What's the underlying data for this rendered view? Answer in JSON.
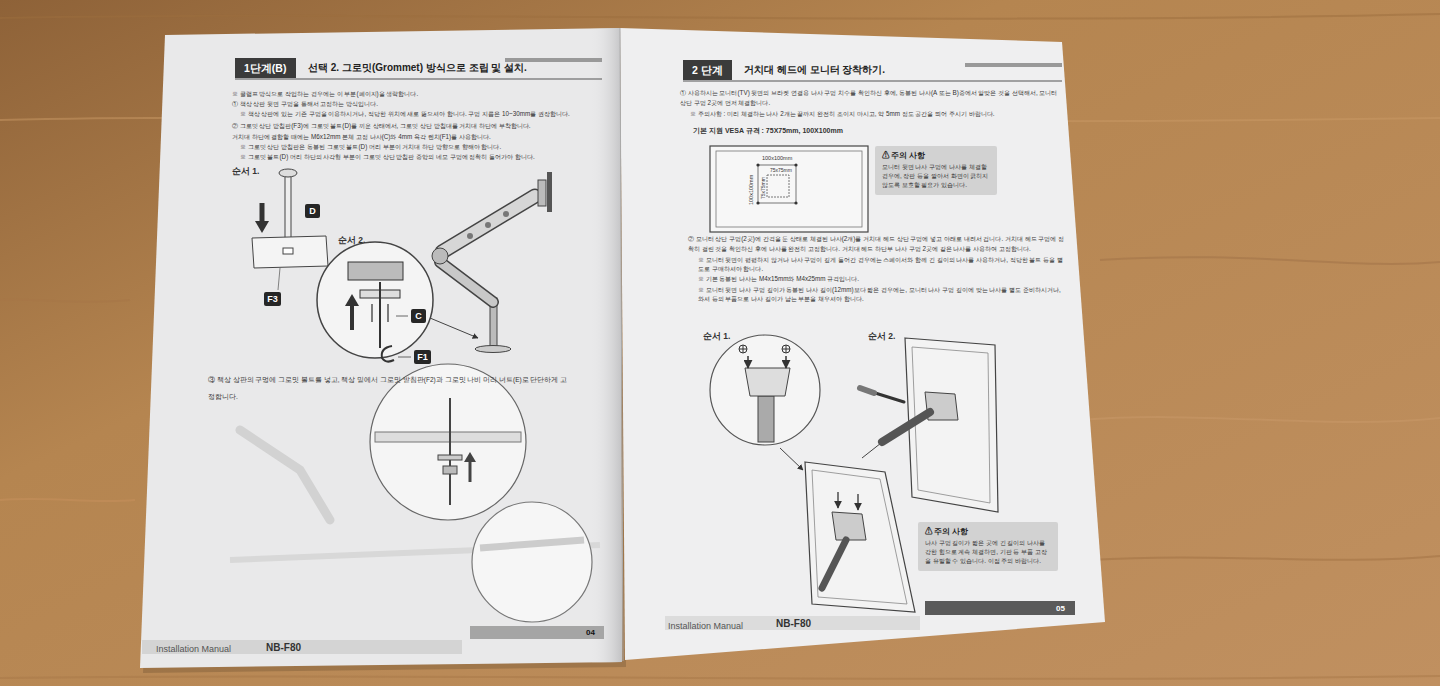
{
  "diagram": {
    "nodes": [
      {
        "text": [
          "1단계(B)",
          "선택 2. 그로밋(Grommet) 방식으로 조립 및 설치."
        ]
      },
      {
        "text": [
          "D"
        ]
      },
      {
        "text": [
          "F3"
        ]
      },
      {
        "text": [
          "C"
        ]
      },
      {
        "text": [
          "F1"
        ]
      },
      {
        "text": [
          "2 단계",
          "거치대 헤드에 모니터 장착하기."
        ]
      },
      {
        "text": [
          "⚠ 주의 사항",
          "모니터 뒷면 나사 구멍에 나사를 체결할 경우에, 장판 등을 깔아서 화면이 긁히지 않도록 보호할 필요가 있습니다."
        ]
      },
      {
        "text": [
          "⚠ 주의 사항",
          "나사 구멍 길이가 짧은 곳에 긴 길이의 나사를 강한 힘으로 계속 체결하면, 기판 등 부품 고장을 유발할 수 있습니다. 이점 주의 바랍니다."
        ]
      }
    ],
    "labels": [
      "※ 클램프 방식으로 작업하는 경우에는 이 부분(페이지)을 생략합니다.",
      "① 책상 상판 뒷면 구멍을 통해서 고정하는 방식입니다.",
      "※ 책상 상판에 있는 기존 구멍을 이용하시거나, 적당한 위치에 새로 뚫으셔야 합니다. 구멍 지름은 10~30mm를 권장합니다.",
      "② 그로밋 상단 받침판(F3)에 그로밋 볼트(D)를 끼운 상태에서, 그로밋 상단 받침대를 거치대 하단에 부착합니다.",
      "거치대 하단에 결합할 때에는 M6x12mm 본체 고정 나사(C)와 4mm 육각 렌치(F1)를 사용합니다.",
      "※ 그로밋 상단 받침판은 동봉된 그로밋 볼트(D) 머리 부분이 거치대 하단 방향으로 향해야 합니다.",
      "※ 그로밋 볼트(D) 머리 하단의 사각형 부분이 그로밋 상단 받침판 중앙의 네모 구멍에 정확히 들어가야 합니다.",
      "순서 1.",
      "순서 2.",
      "③ 책상 상판의 구멍에 그로밋 볼트를 넣고, 책상 밑에서 그로밋 받침판(F2)과 그로밋 나비 머리 너트(E)로 단단하게 고정합니다.",
      "Installation Manual",
      "NB-F80",
      "04",
      "① 사용하시는 모니터(TV) 뒷면의 브라켓 연결용 나사 구멍 치수를 확인하신 후에, 동봉된 나사(A 또는 B)중에서 알맞은 것을 선택해서, 모니터 상단 구멍 2곳에 먼저 체결합니다.",
      "※ 주의사항 : 미리 체결하는 나사 2개는 끝까지 완전히 조이지 마시고, 약 5mm 정도 공간을 띄어 주시기 바랍니다.",
      "기본 지원 VESA 규격 : 75X75mm, 100X100mm",
      "100x100mm",
      "75x75mm",
      "100x100mm",
      "75x75mm",
      "② 모니터 상단 구멍(2곳)에 간격을 둔 상태로 체결된 나사(2개)를 거치대 헤드 상단 구멍에 넣고 아래로 내려서 겁니다. 거치대 헤드 구멍에 정확히 걸린 것을 확인하신 후에 나사를 완전히 고정합니다. 거치대 헤드 하단부 나사 구멍 2곳에 같은 나사를 사용하여 고정합니다.",
      "※ 모니터 뒷면이 평평하지 않거나 나사 구멍이 깊게 들어간 경우에는 스페이서와 함께 긴 길이의 나사를 사용하거나, 적당한 볼트 등을 별도로 구매하셔야 합니다.",
      "※ 기본 동봉된 나사는 M4x15mm와 M4x25mm 규격입니다.",
      "※ 모니터 뒷면 나사 구멍 깊이가 동봉된 나사 길이(12mm)보다 짧은 경우에는, 모니터 나사 구멍 깊이에 맞는 나사를 별도 준비하시거나, 와셔 등의 부품으로 나사 길이가 남는 부분을 채우셔야 합니다.",
      "순서 1.",
      "순서 2.",
      "Installation Manual",
      "NB-F80",
      "05"
    ]
  }
}
